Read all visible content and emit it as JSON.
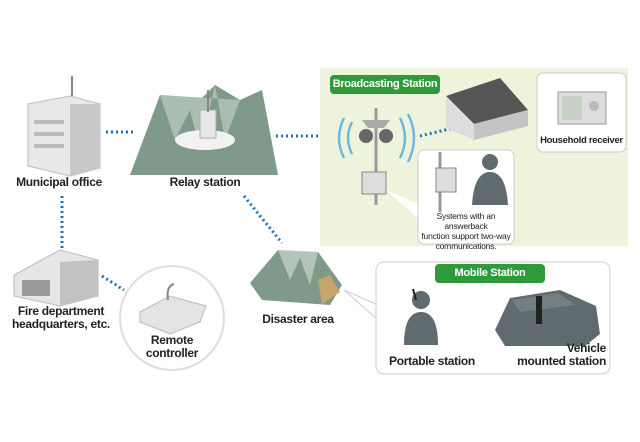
{
  "nodes": {
    "municipal_office": "Municipal office",
    "relay_station": "Relay station",
    "fire_department": [
      "Fire department",
      "headquarters, etc."
    ],
    "remote_controller": [
      "Remote",
      "controller"
    ],
    "disaster_area": "Disaster area"
  },
  "broadcasting": {
    "badge": "Broadcasting Station",
    "household_receiver": "Household receiver",
    "answerback": [
      "Systems with an answerback",
      "function support two-way",
      "communications."
    ]
  },
  "mobile": {
    "badge": "Mobile Station",
    "portable_station": "Portable station",
    "vehicle_station": [
      "Vehicle",
      "mounted station"
    ]
  },
  "colors": {
    "panel": "#eef3dc",
    "badge": "#2f9a3c",
    "link": "#1a73b8",
    "figure": "#5f6b6f",
    "mountain": "#7f9a8a"
  }
}
